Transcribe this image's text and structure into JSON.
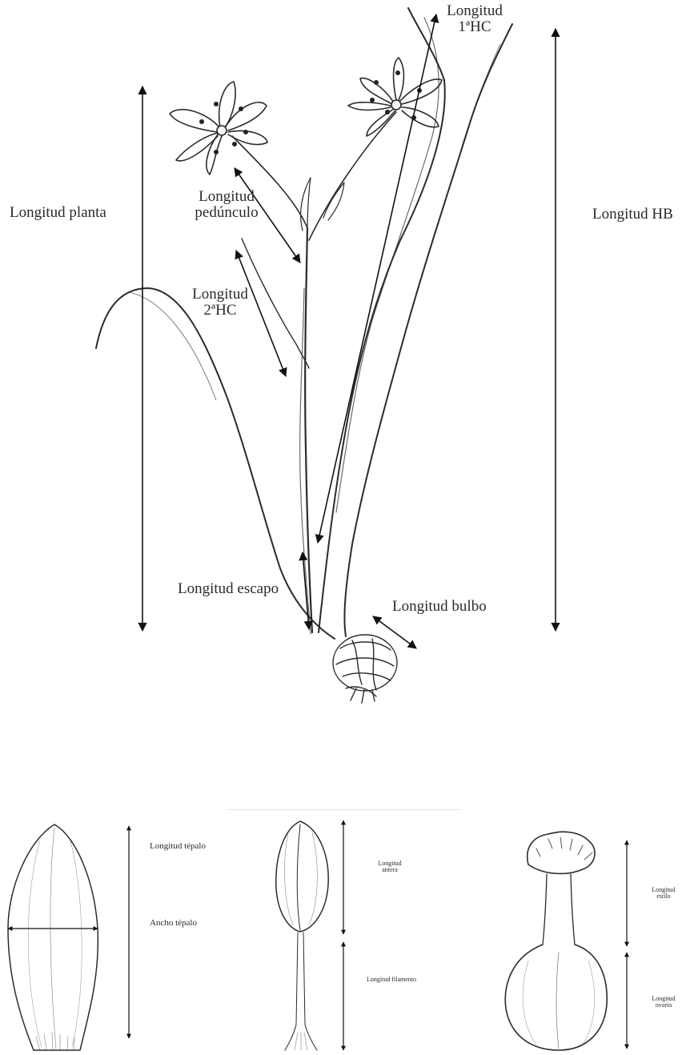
{
  "labels": {
    "longitud_1hc": [
      "Longitud",
      "1ªHC"
    ],
    "longitud_planta": "Longitud planta",
    "longitud_hb": "Longitud HB",
    "longitud_pedunculo": [
      "Longitud",
      "pedúnculo"
    ],
    "longitud_2hc": [
      "Longitud",
      "2ªHC"
    ],
    "longitud_escapo": "Longitud escapo",
    "longitud_bulbo": "Longitud bulbo",
    "longitud_tepalo": "Longitud tépalo",
    "ancho_tepalo": "Ancho tépalo",
    "longitud_antera": [
      "Longitud",
      "antera"
    ],
    "longitud_filamento": "Longitud filamento",
    "longitud_estilo": [
      "Longitud",
      "estilo"
    ],
    "longitud_ovario": [
      "Longitud",
      "ovario"
    ]
  }
}
